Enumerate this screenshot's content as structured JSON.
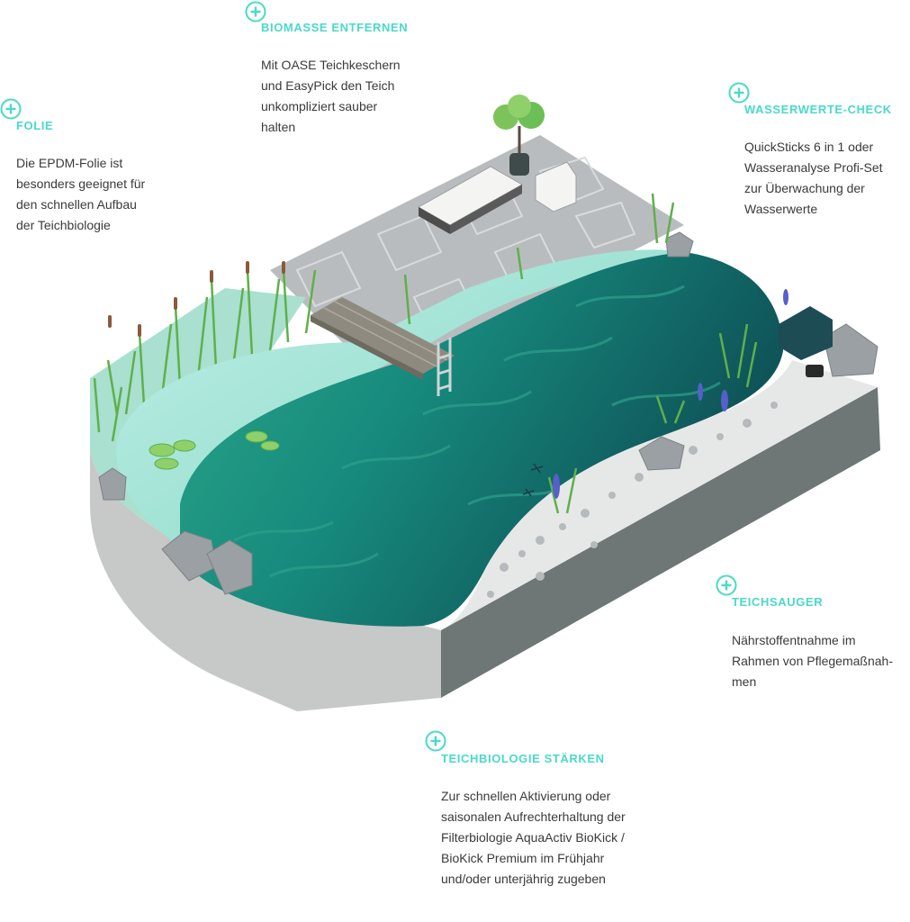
{
  "colors": {
    "accent": "#4ad9c9",
    "text": "#3a3a3a",
    "water_deep": "#0f5d58",
    "water_light": "#7fd6c7",
    "grass": "#6bbf54",
    "patio": "#b9bcbf",
    "wall_front": "#c6c9c8",
    "wall_side": "#6e7676"
  },
  "hotspots": [
    {
      "id": "folie",
      "icon": "plus-circle-icon",
      "title": "FOLIE",
      "lines": [
        "Die EPDM-Folie ist",
        "besonders geeignet für",
        "den schnellen Aufbau",
        "der Teichbiologie"
      ]
    },
    {
      "id": "biomasse",
      "icon": "plus-circle-icon",
      "title": "BIOMASSE ENTFERNEN",
      "lines": [
        "Mit OASE Teichkeschern",
        "und EasyPick den Teich",
        "unkompliziert sauber",
        "halten"
      ]
    },
    {
      "id": "wasserwerte",
      "icon": "plus-circle-icon",
      "title": "WASSERWERTE-CHECK",
      "lines": [
        "QuickSticks 6 in 1 oder",
        "Wasseranalyse Profi-Set",
        "zur Überwachung der",
        "Wasserwerte"
      ]
    },
    {
      "id": "teichsauger",
      "icon": "plus-circle-icon",
      "title": "TEICHSAUGER",
      "lines": [
        "Nährstoffentnahme im",
        "Rahmen von Pflegemaßnah-",
        "men"
      ]
    },
    {
      "id": "teichbiologie",
      "icon": "plus-circle-icon",
      "title": "TEICHBIOLOGIE STÄRKEN",
      "lines": [
        "Zur schnellen Aktivierung oder",
        "saisonalen Aufrechterhaltung der",
        "Filterbiologie AquaActiv BioKick /",
        "BioKick Premium im Frühjahr",
        "und/oder unterjährig zugeben"
      ]
    }
  ]
}
